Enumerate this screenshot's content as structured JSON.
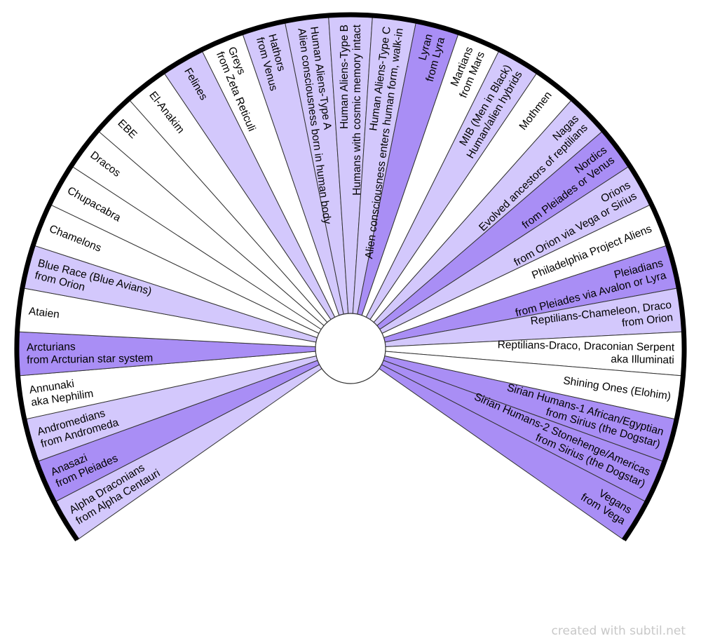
{
  "palette": {
    "white": "#ffffff",
    "light": "#d3c8fc",
    "dark": "#a98ef5",
    "stroke": "#333333",
    "rim": "#000000"
  },
  "segments": [
    {
      "lines": [
        "Alpha Draconians",
        "from Alpha Centauri"
      ],
      "shade": "light"
    },
    {
      "lines": [
        "Anasazi",
        "from Pleiades"
      ],
      "shade": "dark"
    },
    {
      "lines": [
        "Andromedians",
        "from Andromeda"
      ],
      "shade": "light"
    },
    {
      "lines": [
        "Annunaki",
        "aka Nephilim"
      ],
      "shade": "white"
    },
    {
      "lines": [
        "Arcturians",
        "from Arcturian star system"
      ],
      "shade": "dark"
    },
    {
      "lines": [
        "Ataien"
      ],
      "shade": "white"
    },
    {
      "lines": [
        "Blue Race (Blue Avians)",
        "from Orion"
      ],
      "shade": "light"
    },
    {
      "lines": [
        "Chamelons"
      ],
      "shade": "white"
    },
    {
      "lines": [
        "Chupacabra"
      ],
      "shade": "white"
    },
    {
      "lines": [
        "Dracos"
      ],
      "shade": "white"
    },
    {
      "lines": [
        "EBE"
      ],
      "shade": "white"
    },
    {
      "lines": [
        "El-Anakim"
      ],
      "shade": "white"
    },
    {
      "lines": [
        "Felines"
      ],
      "shade": "light"
    },
    {
      "lines": [
        "Greys",
        "from Zeta Reticuli"
      ],
      "shade": "white"
    },
    {
      "lines": [
        "Hathors",
        "from Venus"
      ],
      "shade": "light"
    },
    {
      "lines": [
        "Human Aliens-Type A",
        "Alien consciousness born in human body"
      ],
      "shade": "light"
    },
    {
      "lines": [
        "Human Aliens-Type B",
        "Humans with cosmic memory intact"
      ],
      "shade": "light"
    },
    {
      "lines": [
        "Human Aliens-Type C",
        "Alien consciousness enters human form, walk-in"
      ],
      "shade": "light"
    },
    {
      "lines": [
        "Lyran",
        "from Lyra"
      ],
      "shade": "dark"
    },
    {
      "lines": [
        "Martians",
        "from Mars"
      ],
      "shade": "white"
    },
    {
      "lines": [
        "MIB (Men in Black)",
        "Human/alien hybrids"
      ],
      "shade": "light"
    },
    {
      "lines": [
        "Mothmen"
      ],
      "shade": "white"
    },
    {
      "lines": [
        "Nagas",
        "Evolved ancestors of reptilians"
      ],
      "shade": "light"
    },
    {
      "lines": [
        "Nordics",
        "from Pleiades or Venus"
      ],
      "shade": "dark"
    },
    {
      "lines": [
        "Orions",
        "from Orion via Vega or Sirius"
      ],
      "shade": "light"
    },
    {
      "lines": [
        "Philadelphia Project Aliens"
      ],
      "shade": "white"
    },
    {
      "lines": [
        "Pleiadians",
        "from Pleiades via Avalon or Lyra"
      ],
      "shade": "dark"
    },
    {
      "lines": [
        "Reptilians-Chameleon, Draco",
        "from Orion"
      ],
      "shade": "light"
    },
    {
      "lines": [
        "Reptilians-Draco, Draconian Serpent",
        "aka Illuminati"
      ],
      "shade": "white"
    },
    {
      "lines": [
        "Shining Ones (Elohim)"
      ],
      "shade": "white"
    },
    {
      "lines": [
        "Sirian Humans-1 African/Egyptian",
        "from Sirius (the Dogstar)"
      ],
      "shade": "dark"
    },
    {
      "lines": [
        "Sirian Humans-2 Stonehenge/Americas",
        "from Sirius (the Dogstar)"
      ],
      "shade": "dark"
    },
    {
      "lines": [
        "Vegans",
        "from Vega"
      ],
      "shade": "dark"
    }
  ],
  "credit": "created with subtil.net"
}
